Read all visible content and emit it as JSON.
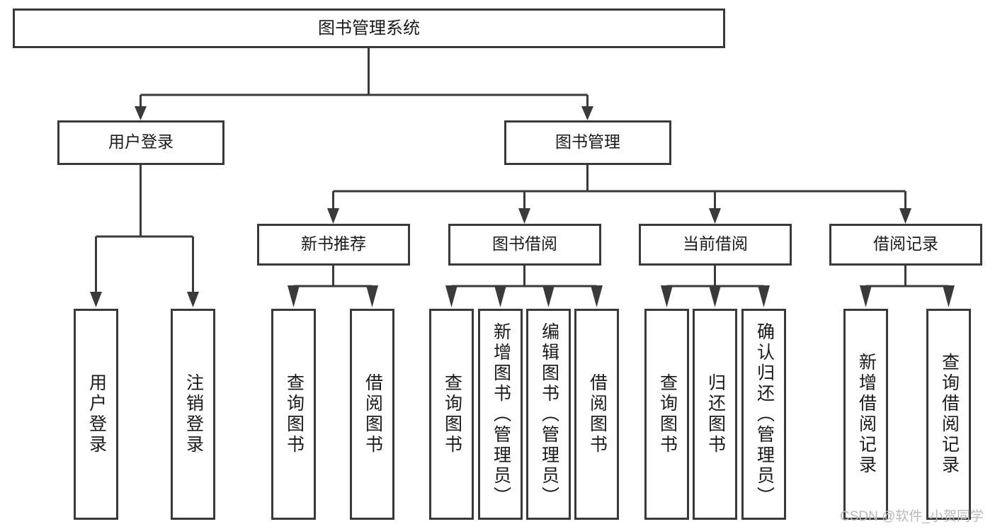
{
  "diagram": {
    "title": "图书管理系统",
    "type": "tree-hierarchy",
    "root": {
      "label": "图书管理系统"
    },
    "level2": [
      {
        "label": "用户登录"
      },
      {
        "label": "图书管理"
      }
    ],
    "level3": [
      {
        "label": "新书推荐"
      },
      {
        "label": "图书借阅"
      },
      {
        "label": "当前借阅"
      },
      {
        "label": "借阅记录"
      }
    ],
    "leaves": {
      "user_login": [
        {
          "label": "用户登录"
        },
        {
          "label": "注销登录"
        }
      ],
      "new_book_recommend": [
        {
          "label": "查询图书"
        },
        {
          "label": "借阅图书"
        }
      ],
      "book_borrow": [
        {
          "label": "查询图书"
        },
        {
          "label": "新增图书（管理员）"
        },
        {
          "label": "编辑图书（管理员）"
        },
        {
          "label": "借阅图书"
        }
      ],
      "current_borrow": [
        {
          "label": "查询图书"
        },
        {
          "label": "归还图书"
        },
        {
          "label": "确认归还（管理员）"
        }
      ],
      "borrow_record": [
        {
          "label": "新增借阅记录"
        },
        {
          "label": "查询借阅记录"
        }
      ]
    }
  },
  "watermark": {
    "text": "CSDN @软件_小贺同学"
  },
  "colors": {
    "stroke": "#3a3a3a",
    "box_fill": "#ffffff",
    "text": "#1a1a1a",
    "watermark": "#b9b9b9",
    "background": "#ffffff"
  }
}
